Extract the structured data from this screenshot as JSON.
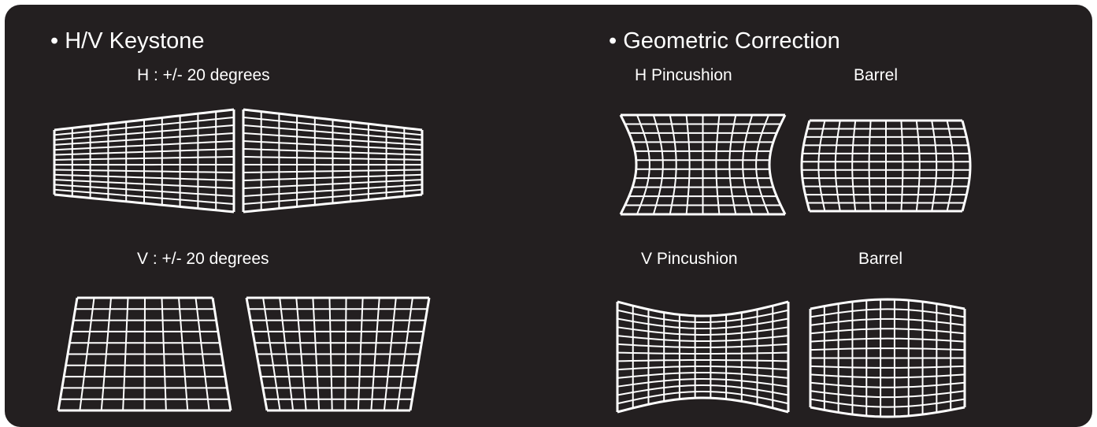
{
  "keystone": {
    "title": "H/V Keystone",
    "h_label": "H : +/- 20 degrees",
    "v_label": "V : +/- 20 degrees"
  },
  "geometric": {
    "title": "Geometric Correction",
    "h_pincushion_label": "H Pincushion",
    "h_barrel_label": "Barrel",
    "v_pincushion_label": "V Pincushion",
    "v_barrel_label": "Barrel"
  },
  "colors": {
    "background": "#231f20",
    "foreground": "#ffffff",
    "bullet": "•"
  }
}
